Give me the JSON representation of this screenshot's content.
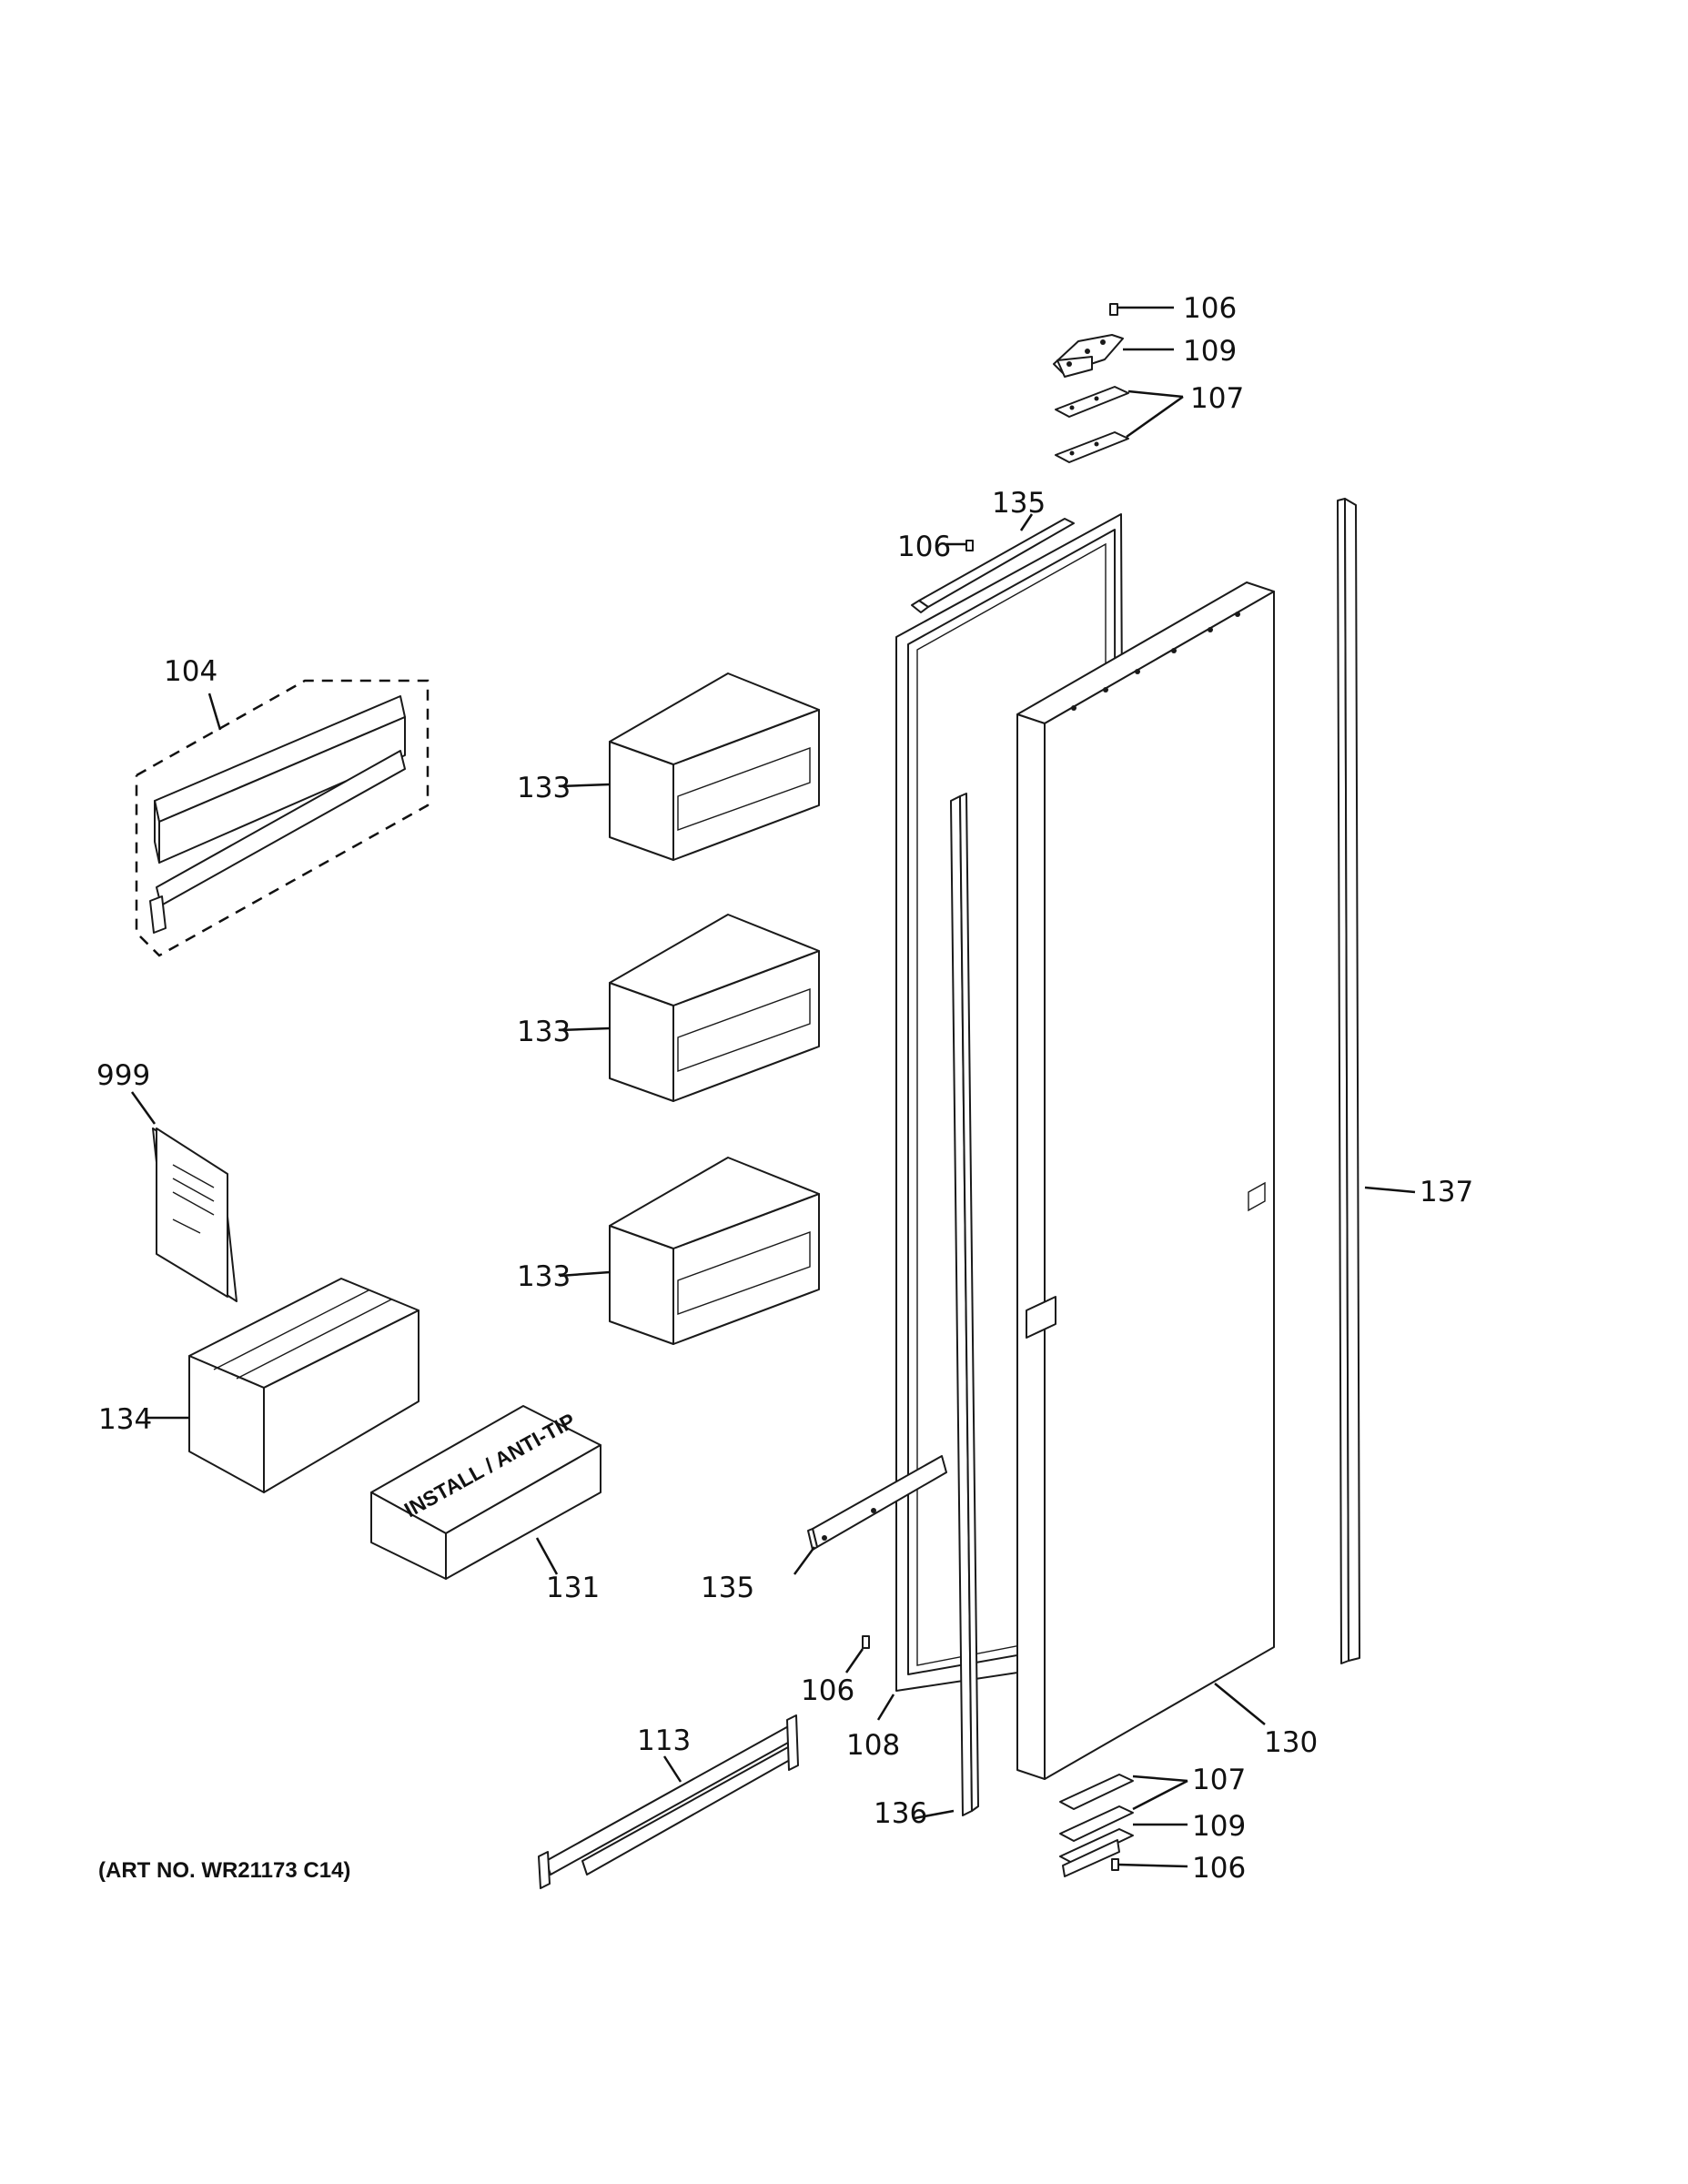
{
  "callouts": {
    "c106_top": "106",
    "c109_top": "109",
    "c107_top": "107",
    "c135_top": "135",
    "c106_mid": "106",
    "c104": "104",
    "c133_a": "133",
    "c133_b": "133",
    "c133_c": "133",
    "c999": "999",
    "c137": "137",
    "c134": "134",
    "c131": "131",
    "c135_bot": "135",
    "c106_low": "106",
    "c108": "108",
    "c130": "130",
    "c113": "113",
    "c107_bot": "107",
    "c136": "136",
    "c109_bot": "109",
    "c106_bot": "106"
  },
  "box_label": "INSTALL / ANTI-TIP",
  "art_number": "(ART NO. WR21173 C14)"
}
